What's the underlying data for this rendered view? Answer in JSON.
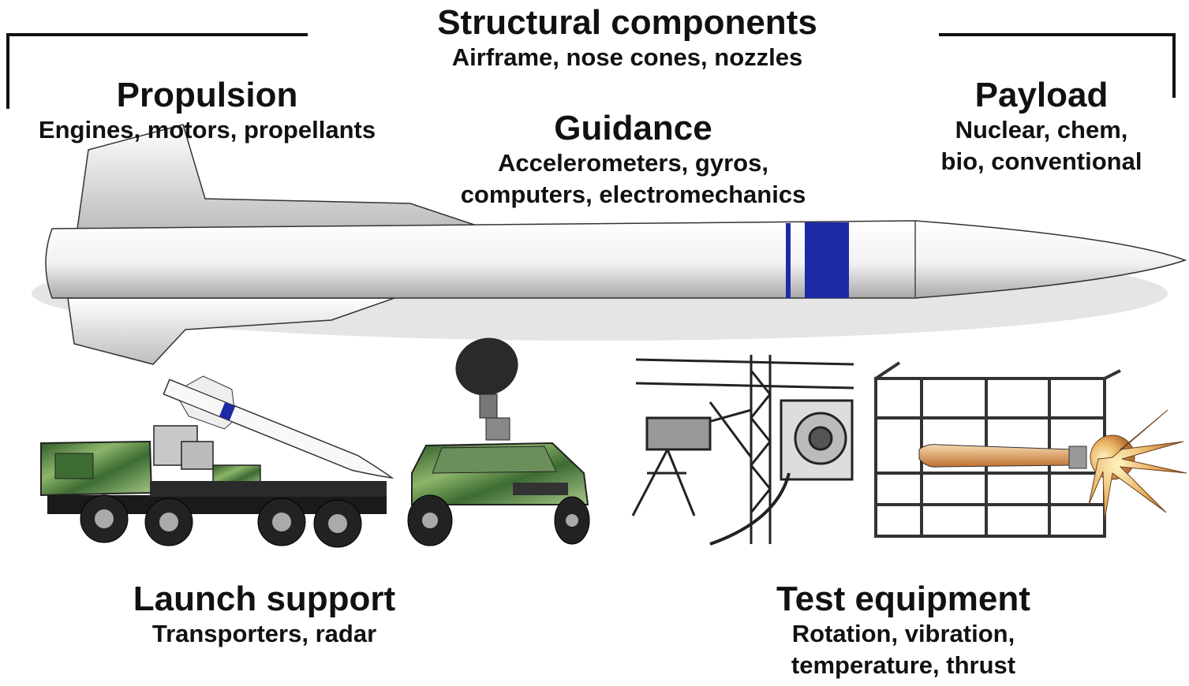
{
  "structural": {
    "title": "Structural components",
    "subtitle": "Airframe, nose cones, nozzles"
  },
  "propulsion": {
    "title": "Propulsion",
    "subtitle": "Engines, motors, propellants"
  },
  "guidance": {
    "title": "Guidance",
    "line1": "Accelerometers, gyros,",
    "line2": "computers, electromechanics"
  },
  "payload": {
    "title": "Payload",
    "line1": "Nuclear, chem,",
    "line2": "bio, conventional"
  },
  "launch_support": {
    "title": "Launch support",
    "subtitle": "Transporters, radar"
  },
  "test_equipment": {
    "title": "Test equipment",
    "line1": "Rotation, vibration,",
    "line2": "temperature, thrust"
  },
  "colors": {
    "band": "#1c2aa8",
    "camo_green": "#3d6b32",
    "camo_light": "#8db56a",
    "flame": "#e0a040",
    "body": "#f4f4f4"
  }
}
